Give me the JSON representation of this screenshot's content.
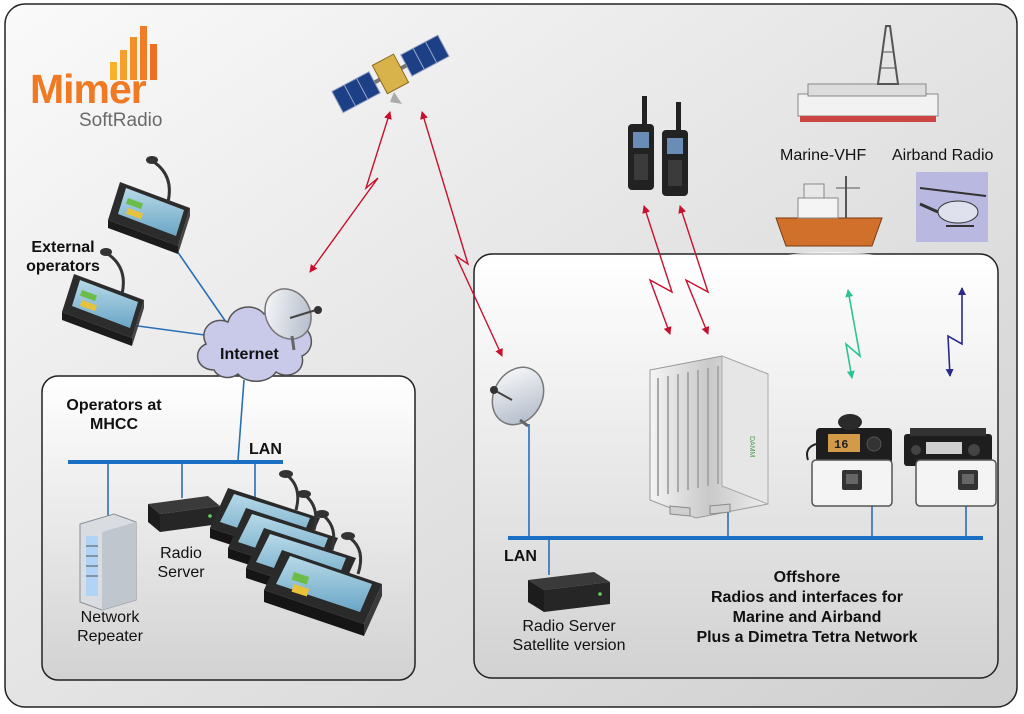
{
  "brand": {
    "name": "Mimer",
    "subtitle": "SoftRadio",
    "color": "#f07a23"
  },
  "labels": {
    "external_operators": [
      "External",
      "operators"
    ],
    "internet": "Internet",
    "operators_mhcc": [
      "Operators at",
      "MHCC"
    ],
    "lan_left": "LAN",
    "lan_right": "LAN",
    "radio_server": [
      "Radio",
      "Server"
    ],
    "network_repeater": [
      "Network",
      "Repeater"
    ],
    "radio_server_satellite": [
      "Radio Server",
      "Satellite version"
    ],
    "marine_vhf": "Marine-VHF",
    "airband_radio": "Airband Radio",
    "offshore": [
      "Offshore",
      "Radios and interfaces for",
      "Marine and Airband",
      "Plus a Dimetra Tetra Network"
    ]
  },
  "colors": {
    "lan_line": "#1a6fc4",
    "satellite_link": "#c8102e",
    "tetra_link": "#c8102e",
    "marine_link": "#2cc394",
    "airband_link": "#2a2a8a"
  }
}
